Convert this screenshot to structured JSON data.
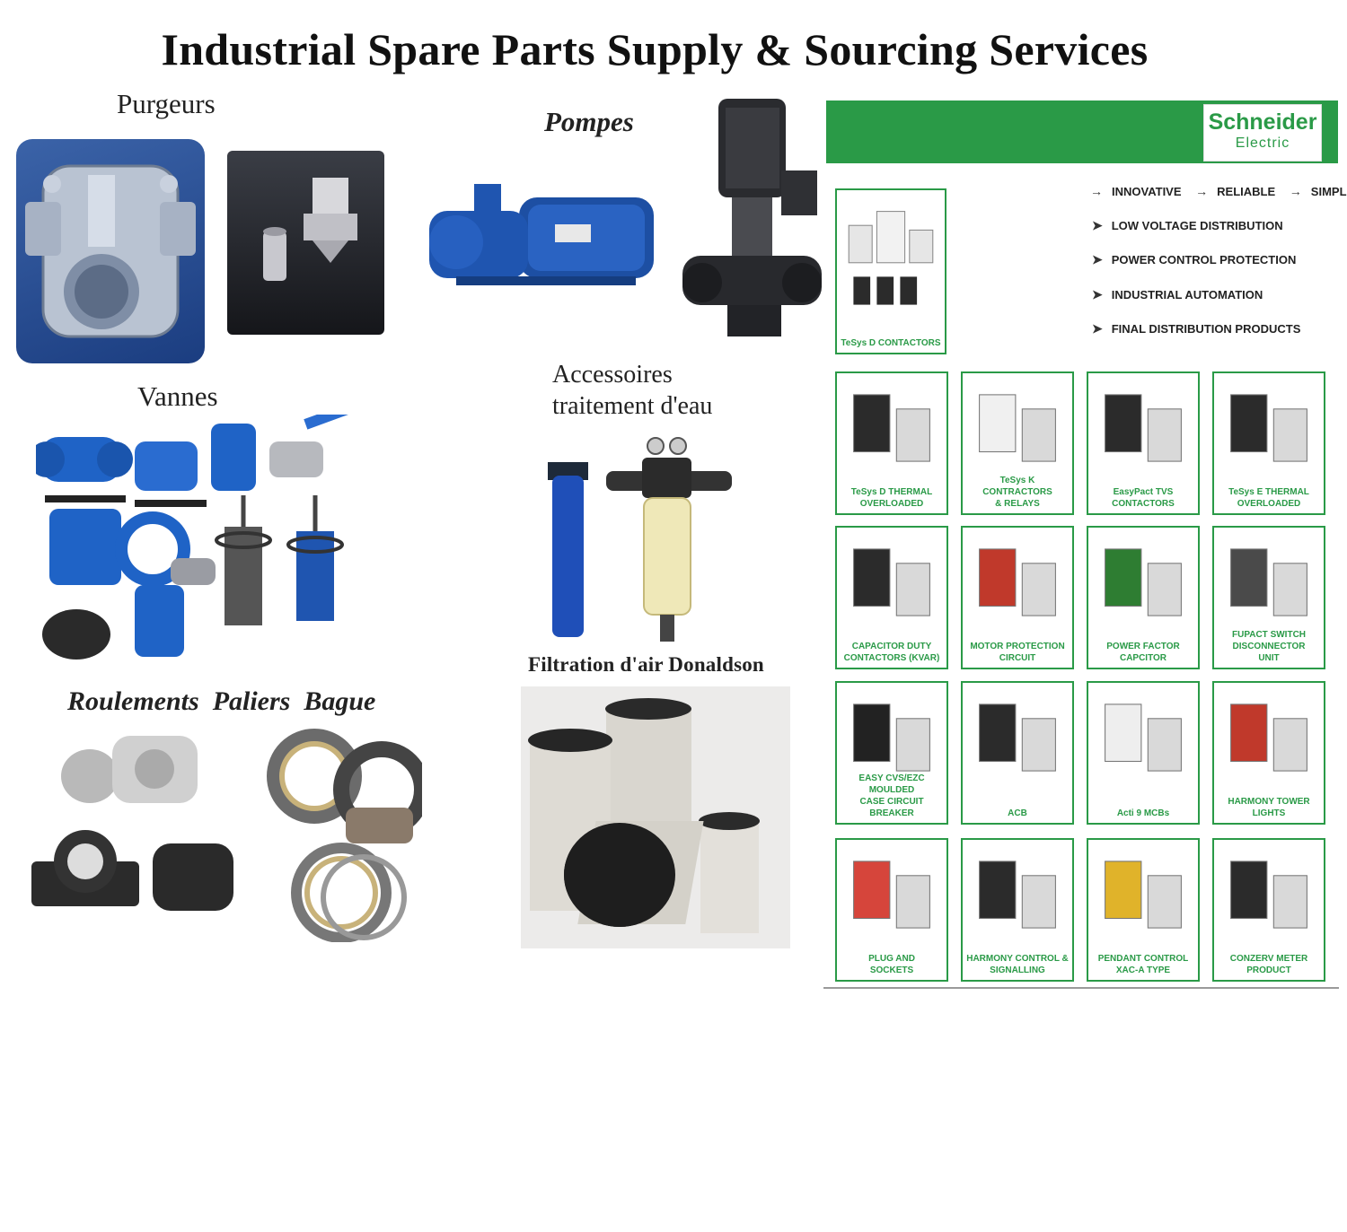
{
  "title": "Industrial Spare Parts Supply & Sourcing Services",
  "sections": {
    "purgeurs": "Purgeurs",
    "pompes": "Pompes",
    "vannes": "Vannes",
    "accessoires_line1": "Accessoires",
    "accessoires_line2": "traitement d'eau",
    "filtration": "Filtration d'air Donaldson",
    "roulements": "Roulements  Paliers  Bague"
  },
  "schneider": {
    "logo_line1": "Schneider",
    "logo_line2": "Electric",
    "brand_color": "#2a9a47",
    "tagline": [
      "INNOVATIVE",
      "RELIABLE",
      "SIMPLE"
    ],
    "bullets": [
      "LOW VOLTAGE DISTRIBUTION",
      "POWER CONTROL PROTECTION",
      "INDUSTRIAL AUTOMATION",
      "FINAL DISTRIBUTION PRODUCTS"
    ],
    "featured": "TeSys D CONTACTORS",
    "products": [
      {
        "line1": "TeSys D THERMAL",
        "line2": "OVERLOADED",
        "line3": ""
      },
      {
        "line1": "TeSys K CONTRACTORS",
        "line2": "& RELAYS",
        "line3": ""
      },
      {
        "line1": "EasyPact TVS CONTACTORS",
        "line2": "",
        "line3": ""
      },
      {
        "line1": "TeSys E THERMAL",
        "line2": "OVERLOADED",
        "line3": ""
      },
      {
        "line1": "CAPACITOR DUTY",
        "line2": "CONTACTORS (KVAR)",
        "line3": ""
      },
      {
        "line1": "MOTOR PROTECTION",
        "line2": "CIRCUIT",
        "line3": ""
      },
      {
        "line1": "POWER FACTOR",
        "line2": "CAPCITOR",
        "line3": ""
      },
      {
        "line1": "FUPACT SWITCH",
        "line2": "DISCONNECTOR",
        "line3": "UNIT"
      },
      {
        "line1": "EASY CVS/EZC MOULDED",
        "line2": "CASE CIRCUIT BREAKER",
        "line3": ""
      },
      {
        "line1": "ACB",
        "line2": "",
        "line3": ""
      },
      {
        "line1": "Acti 9 MCBs",
        "line2": "",
        "line3": ""
      },
      {
        "line1": "HARMONY TOWER LIGHTS",
        "line2": "",
        "line3": ""
      },
      {
        "line1": "PLUG AND",
        "line2": "SOCKETS",
        "line3": ""
      },
      {
        "line1": "HARMONY CONTROL &",
        "line2": "SIGNALLING",
        "line3": ""
      },
      {
        "line1": "PENDANT CONTROL",
        "line2": "XAC-A TYPE",
        "line3": ""
      },
      {
        "line1": "CONZERV METER",
        "line2": "PRODUCT",
        "line3": ""
      }
    ]
  }
}
